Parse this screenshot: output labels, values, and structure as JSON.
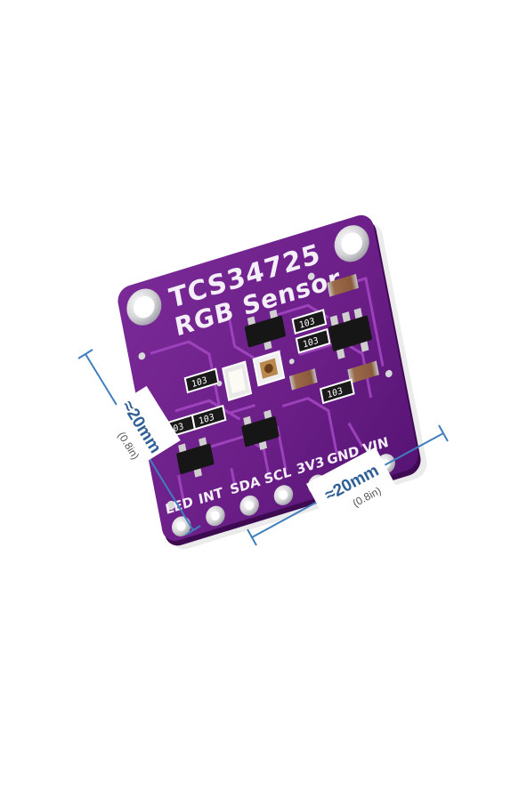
{
  "board": {
    "title_line1": "TCS34725",
    "title_line2": "RGB Sensor",
    "pin_labels": [
      "LED",
      "INT",
      "SDA",
      "SCL",
      "3V3",
      "GND",
      "VIN"
    ],
    "resistor_codes": [
      "103",
      "103",
      "103",
      "103",
      "103",
      "103"
    ]
  },
  "dimensions": {
    "vertical": {
      "main": "≈20mm",
      "sub": "(0.8in)"
    },
    "horizontal": {
      "main": "≈20mm",
      "sub": "(0.8in)"
    }
  },
  "colors": {
    "background": "#ffffff",
    "pcb": "#6a1e86",
    "pcb_dark": "#4a0f60",
    "trace": "#9b3bb8",
    "silkscreen": "#f4eef8",
    "pad_silver": "#d8d8dc",
    "dimension_line": "#3f7fbf"
  }
}
